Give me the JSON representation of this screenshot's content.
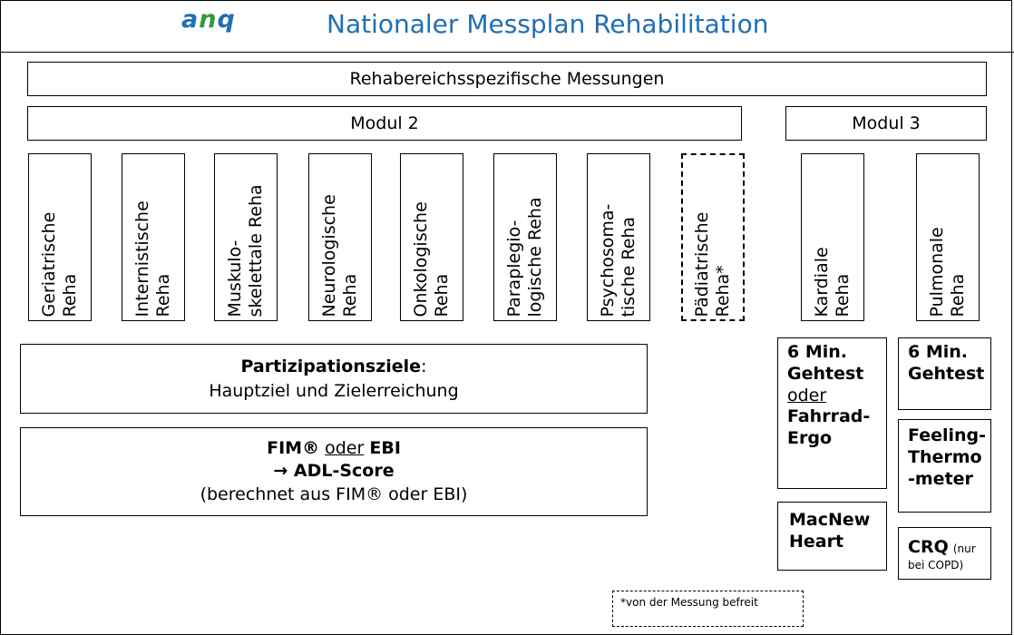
{
  "header": {
    "logo_a": "a",
    "logo_n": "n",
    "logo_q": "q",
    "title": "Nationaler Messplan Rehabilitation"
  },
  "banner": "Rehabereichsspezifische Messungen",
  "modul2": "Modul 2",
  "modul3": "Modul 3",
  "reha_types": [
    "Geriatrische\nReha",
    "Internistische\nReha",
    "Muskulo-\nskelettale Reha",
    "Neurologische\nReha",
    "Onkologische\nReha",
    "Paraplegio-\nlogische Reha",
    "Psychosoma-\ntische Reha",
    "Pädiatrische\nReha*",
    "Kardiale\nReha",
    "Pulmonale\nReha"
  ],
  "participation": {
    "title": "Partizipationsziele",
    "colon": ":",
    "subtitle": "Hauptziel und Zielerreichung"
  },
  "fim": {
    "fim": "FIM®",
    "oder": "oder",
    "ebi": "EBI",
    "adl": "→ ADL-Score",
    "note": "(berechnet aus FIM® oder EBI)"
  },
  "kardial_tests": {
    "walk_1": "6 Min.",
    "walk_2": "Gehtest",
    "oder": "oder",
    "bike_1": "Fahrrad-",
    "bike_2": "Ergo",
    "macnew_1": "MacNew",
    "macnew_2": "Heart"
  },
  "pulmonal_tests": {
    "walk_1": "6 Min.",
    "walk_2": "Gehtest",
    "feeling_1": "Feeling-",
    "feeling_2": "Thermo",
    "feeling_3": "-meter",
    "crq": "CRQ",
    "crq_note_1": "(nur",
    "crq_note_2": "bei COPD)"
  },
  "footnote": "*von der Messung befreit"
}
